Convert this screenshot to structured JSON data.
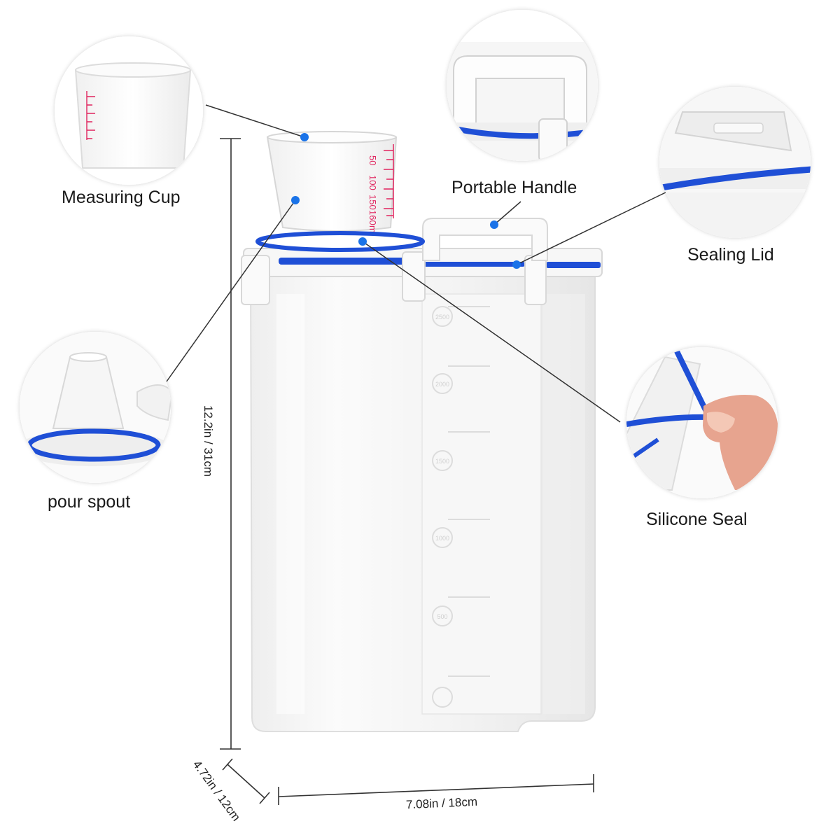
{
  "callouts": {
    "measuring_cup": "Measuring Cup",
    "portable_handle": "Portable Handle",
    "sealing_lid": "Sealing Lid",
    "pour_spout": "pour spout",
    "silicone_seal": "Silicone Seal"
  },
  "dimensions": {
    "height": "12.2in / 31cm",
    "depth": "4.72in / 12cm",
    "width": "7.08in / 18cm"
  },
  "cup_scale": {
    "unit": "ml",
    "marks": [
      "50",
      "100",
      "150",
      "160"
    ]
  },
  "container_scale": {
    "marks": [
      "2500",
      "2000",
      "1500",
      "1000",
      "500"
    ]
  },
  "colors": {
    "seal_blue": "#1f4fd6",
    "dot_blue": "#1a73e8",
    "cup_marking_red": "#e0245e",
    "plastic": "#f4f4f4",
    "plastic_edge": "#d9d9d9"
  }
}
